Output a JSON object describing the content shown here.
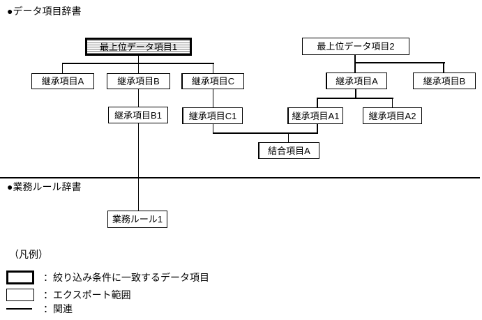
{
  "page": {
    "section1_header": "●データ項目辞書",
    "section2_header": "●業務ルール辞書"
  },
  "nodes": {
    "top_item_1": {
      "label": "最上位データ項目1",
      "styles": [
        "filter-match-thick-border",
        "export-range-dotted-fill"
      ]
    },
    "inherit_a_left": {
      "label": "継承項目A"
    },
    "inherit_b_left": {
      "label": "継承項目B"
    },
    "inherit_c_left": {
      "label": "継承項目C"
    },
    "inherit_b1": {
      "label": "継承項目B1"
    },
    "inherit_c1": {
      "label": "継承項目C1"
    },
    "top_item_2": {
      "label": "最上位データ項目2"
    },
    "inherit_a_right": {
      "label": "継承項目A"
    },
    "inherit_b_right": {
      "label": "継承項目B"
    },
    "inherit_a1": {
      "label": "継承項目A1"
    },
    "inherit_a2": {
      "label": "継承項目A2"
    },
    "join_item_a": {
      "label": "結合項目A"
    },
    "business_rule_1": {
      "label": "業務ルール1"
    }
  },
  "legend": {
    "title": "（凡例）",
    "items": [
      {
        "symbol": "thick-border-box",
        "label": "：絞り込み条件に一致するデータ項目"
      },
      {
        "symbol": "dotted-fill-box",
        "label": "：エクスポート範囲"
      },
      {
        "symbol": "relation-line",
        "label": "：関連"
      }
    ]
  },
  "colors": {
    "foreground": "#000000",
    "background": "#ffffff"
  }
}
